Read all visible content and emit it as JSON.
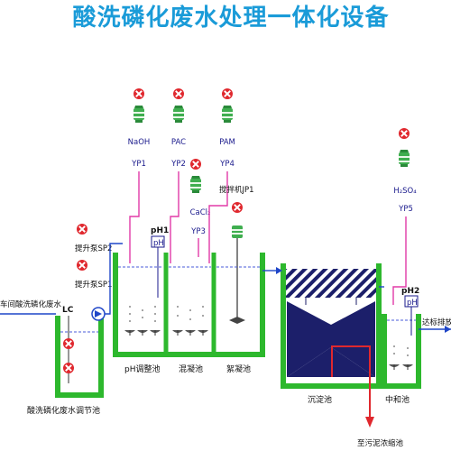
{
  "title": "酸洗磷化废水处理一体化设备",
  "colors": {
    "title": "#1a9bd8",
    "tank_wall": "#2db82d",
    "dosing_line": "#e23aa7",
    "flow_line": "#1f46c8",
    "valve_red": "#e0282e",
    "sludge_dark": "#1c1f6a",
    "sludge_line": "#e0282e"
  },
  "dosing": [
    {
      "chemical": "NaOH",
      "pump": "YP1"
    },
    {
      "chemical": "PAC",
      "pump": "YP2"
    },
    {
      "chemical": "PAM",
      "pump": "YP4"
    },
    {
      "chemical": "CaCl₂",
      "pump": "YP3"
    },
    {
      "chemical": "H₂SO₄",
      "pump": "YP5"
    }
  ],
  "mixer": "搅拌机JP1",
  "pumps": {
    "lift2": "提升泵SP2",
    "lift1": "提升泵SP1"
  },
  "instruments": {
    "ph1": "pH1",
    "ph1_box": "pH",
    "ph2": "pH2",
    "ph2_box": "pH",
    "level": "LC"
  },
  "streams": {
    "inlet": "车间酸洗磷化废水",
    "outlet": "达标排放",
    "sludge": "至污泥浓缩池"
  },
  "tanks": {
    "regulating": "酸洗磷化废水调节池",
    "ph_adjust": "pH调整池",
    "coagulation": "混凝池",
    "flocculation": "絮凝池",
    "sedimentation": "沉淀池",
    "neutralization": "中和池"
  },
  "icons": [
    "valve-icon",
    "dosing-pump-icon",
    "lift-pump-icon",
    "mixer-icon",
    "aerator-icon"
  ]
}
